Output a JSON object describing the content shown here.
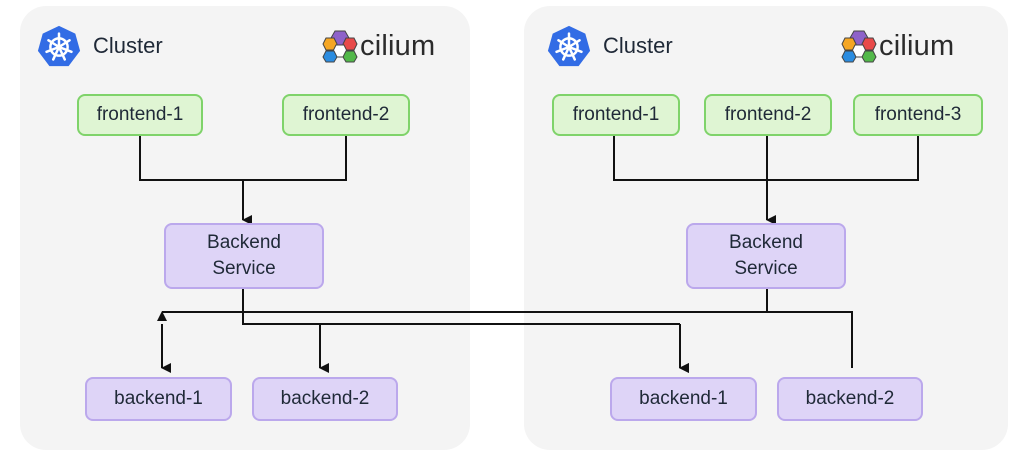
{
  "clusters": [
    {
      "label": "Cluster",
      "brand": "cilium",
      "frontends": [
        "frontend-1",
        "frontend-2"
      ],
      "service": [
        "Backend",
        "Service"
      ],
      "backends": [
        "backend-1",
        "backend-2"
      ]
    },
    {
      "label": "Cluster",
      "brand": "cilium",
      "frontends": [
        "frontend-1",
        "frontend-2",
        "frontend-3"
      ],
      "service": [
        "Backend",
        "Service"
      ],
      "backends": [
        "backend-1",
        "backend-2"
      ]
    }
  ],
  "colors": {
    "cluster_bg": "#f4f4f4",
    "frontend_fill": "#dff5d3",
    "frontend_border": "#7fd36a",
    "service_fill": "#ded4f7",
    "service_border": "#bba8ec",
    "kubernetes_blue": "#326ce5",
    "edge": "#111111"
  },
  "icons": [
    "kubernetes-logo-icon",
    "cilium-hexagon-logo-icon"
  ]
}
